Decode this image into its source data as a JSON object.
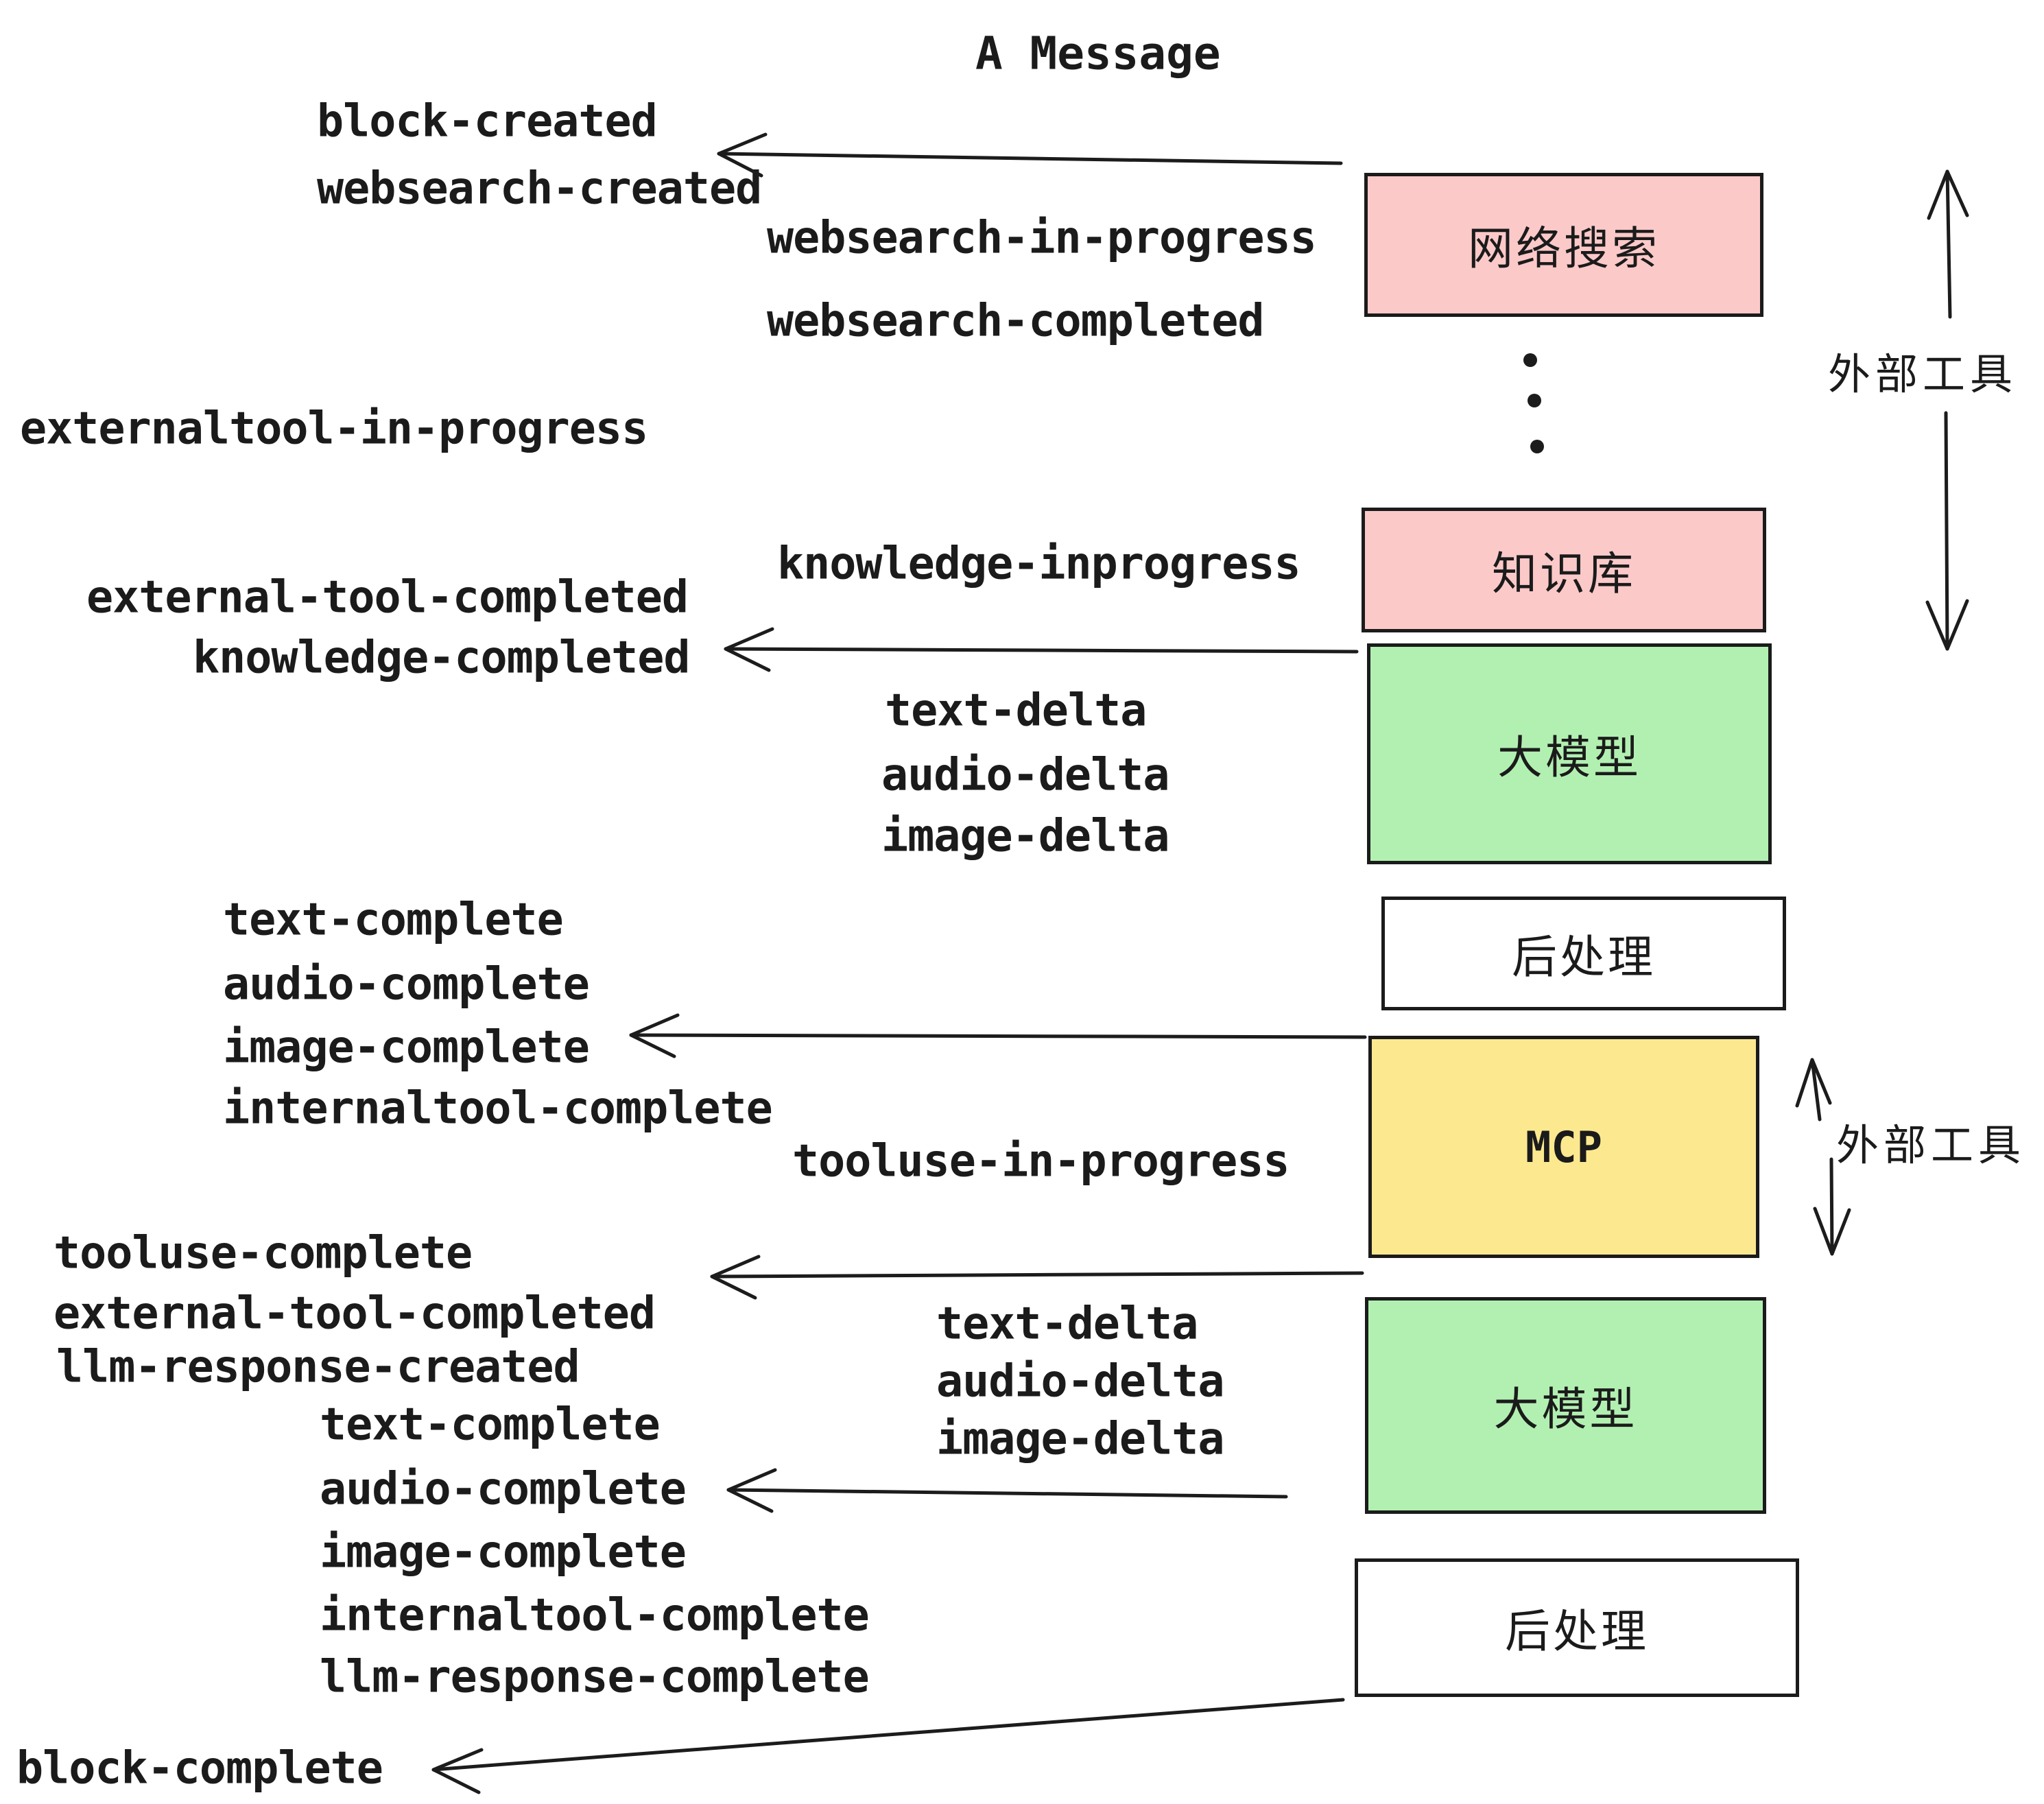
{
  "title": "A Message",
  "colors": {
    "box_pink": "#fcc9c9",
    "box_green": "#b2f0b2",
    "box_yellow": "#fce98f",
    "box_white": "#ffffff",
    "ink": "#1b1b1b",
    "background": "#ffffff"
  },
  "boxes": [
    {
      "id": "websearch",
      "label": "网络搜索",
      "color": "#fcc9c9"
    },
    {
      "id": "knowledge",
      "label": "知识库",
      "color": "#fcc9c9"
    },
    {
      "id": "llm1",
      "label": "大模型",
      "color": "#b2f0b2"
    },
    {
      "id": "post1",
      "label": "后处理",
      "color": "#ffffff"
    },
    {
      "id": "mcp",
      "label": "MCP",
      "color": "#fce98f"
    },
    {
      "id": "llm2",
      "label": "大模型",
      "color": "#b2f0b2"
    },
    {
      "id": "post2",
      "label": "后处理",
      "color": "#ffffff"
    }
  ],
  "events": {
    "block_created": "block-created",
    "websearch_created": "websearch-created",
    "websearch_in_progress": "websearch-in-progress",
    "websearch_completed": "websearch-completed",
    "externaltool_in_progress": "externaltool-in-progress",
    "knowledge_inprogress": "knowledge-inprogress",
    "external_tool_completed": "external-tool-completed",
    "knowledge_completed": "knowledge-completed",
    "text_delta": "text-delta",
    "audio_delta": "audio-delta",
    "image_delta": "image-delta",
    "text_complete": "text-complete",
    "audio_complete": "audio-complete",
    "image_complete": "image-complete",
    "internaltool_complete": "internaltool-complete",
    "tooluse_in_progress": "tooluse-in-progress",
    "tooluse_complete": "tooluse-complete",
    "external_tool_completed_2": "external-tool-completed",
    "llm_response_created": "llm-response-created",
    "text_delta_2": "text-delta",
    "audio_delta_2": "audio-delta",
    "image_delta_2": "image-delta",
    "text_complete_2": "text-complete",
    "audio_complete_2": "audio-complete",
    "image_complete_2": "image-complete",
    "internaltool_complete_2": "internaltool-complete",
    "llm_response_complete": "llm-response-complete",
    "block_complete": "block-complete"
  },
  "side_labels": {
    "external_tools_top": "外部工具",
    "external_tools_mcp": "外部工具"
  }
}
